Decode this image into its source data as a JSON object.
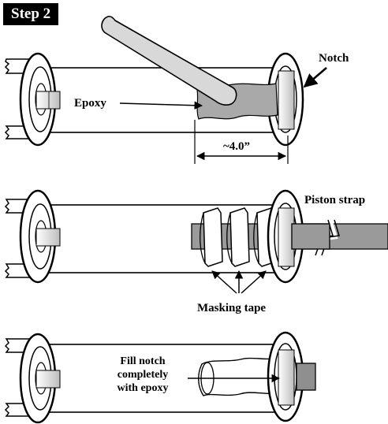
{
  "step_label": "Step 2",
  "panel1": {
    "notch_label": "Notch",
    "epoxy_label": "Epoxy",
    "dimension_label": "~4.0”"
  },
  "panel2": {
    "strap_label": "Piston strap",
    "tape_label": "Masking tape"
  },
  "panel3": {
    "fill_line1": "Fill notch",
    "fill_line2": "completely",
    "fill_line3": "with epoxy"
  },
  "colors": {
    "epoxy": "#a9a9a9",
    "stick": "#d8d8d8",
    "strap": "#9a9a9a",
    "badge": "#000000"
  }
}
